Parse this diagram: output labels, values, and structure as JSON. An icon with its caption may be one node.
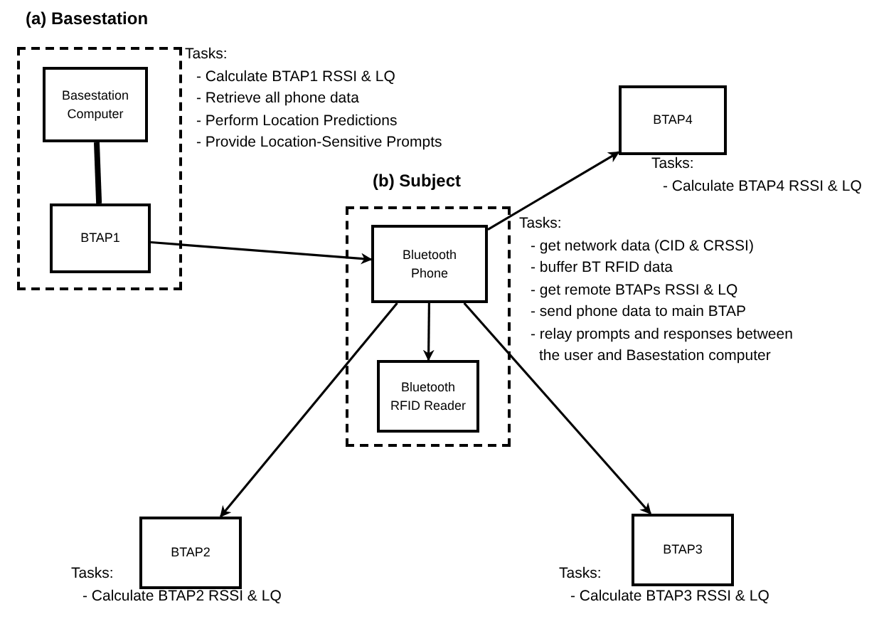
{
  "diagram": {
    "nodes": [
      {
        "text": [
          "(a) Basestation"
        ],
        "beside": [
          "Tasks:",
          "- Calculate BTAP1 RSSI & LQ",
          "- Retrieve all phone data",
          "- Perform Location Predictions",
          "- Provide Location-Sensitive Prompts"
        ]
      },
      {
        "text": [
          "Basestation Computer"
        ],
        "in": 0
      },
      {
        "text": [
          "BTAP1"
        ],
        "in": 0
      },
      {
        "text": [
          "(b) Subject"
        ],
        "beside": [
          "Tasks:",
          "- get network data (CID & CRSSI)",
          "- buffer BT RFID data",
          "- get remote BTAPs RSSI & LQ",
          "- send phone data to main BTAP",
          "- relay prompts and responses between the user and Basestation computer"
        ]
      },
      {
        "text": [
          "Bluetooth Phone"
        ],
        "in": 3
      },
      {
        "text": [
          "Bluetooth RFID Reader"
        ],
        "in": 3
      },
      {
        "text": [
          "BTAP4"
        ],
        "beside": [
          "Tasks:",
          "- Calculate BTAP4 RSSI & LQ"
        ]
      },
      {
        "text": [
          "BTAP2"
        ],
        "beside": [
          "Tasks:",
          "- Calculate BTAP2 RSSI & LQ"
        ]
      },
      {
        "text": [
          "BTAP3"
        ],
        "beside": [
          "Tasks:",
          "- Calculate BTAP3 RSSI & LQ"
        ]
      }
    ],
    "edges": [
      {
        "from": 1,
        "to": 2,
        "arrow": "none",
        "style": "thick"
      },
      {
        "from": 2,
        "to": 4,
        "arrow": "to"
      },
      {
        "from": 4,
        "to": 5,
        "arrow": "to"
      },
      {
        "from": 4,
        "to": 6,
        "arrow": "to"
      },
      {
        "from": 4,
        "to": 7,
        "arrow": "to"
      },
      {
        "from": 4,
        "to": 8,
        "arrow": "to"
      }
    ]
  }
}
